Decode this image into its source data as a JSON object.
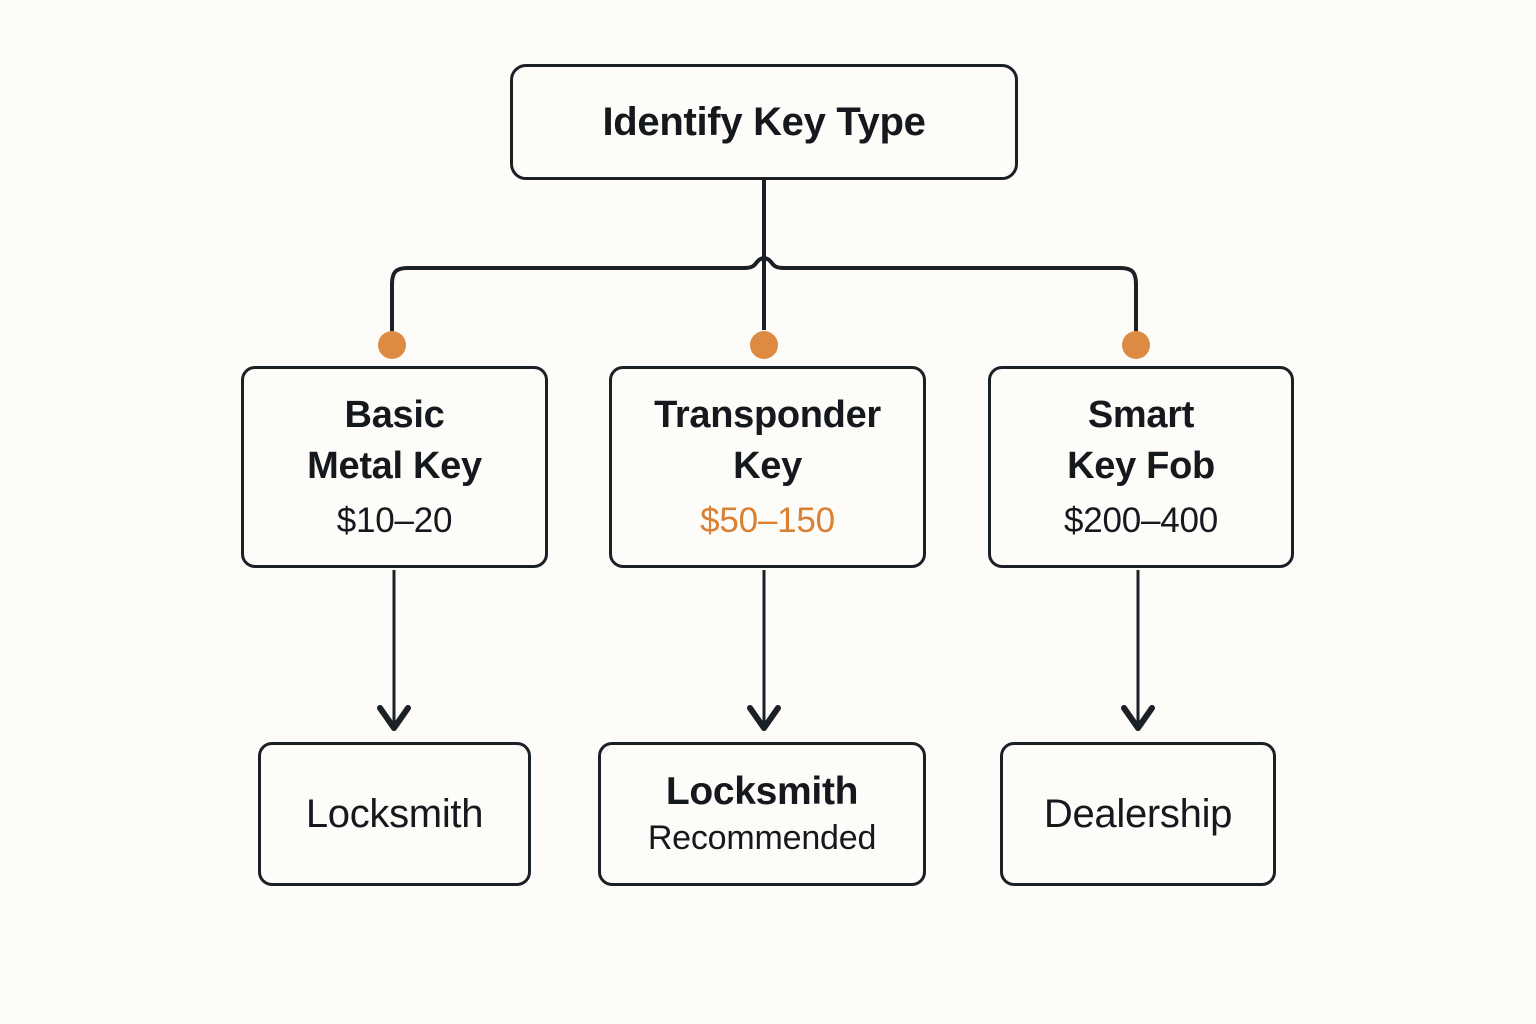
{
  "diagram": {
    "title": "Identify Key Type",
    "background_color": "#fdfcf8",
    "stroke_color": "#1b2026",
    "accent_color": "#d98033",
    "dot_color": "#dd8b42",
    "root": {
      "label": "Identify Key Type"
    },
    "options": [
      {
        "title": "Basic\nMetal Key",
        "title_line_1": "Basic",
        "title_line_2": "Metal Key",
        "price": "$10–20",
        "price_highlighted": false,
        "marker": "branch-dot"
      },
      {
        "title": "Transponder\nKey",
        "title_line_1": "Transponder",
        "title_line_2": "Key",
        "price": "$50–150",
        "price_highlighted": true,
        "marker": "branch-dot"
      },
      {
        "title": "Smart\nKey Fob",
        "title_line_1": "Smart",
        "title_line_2": "Key Fob",
        "price": "$200–400",
        "price_highlighted": false,
        "marker": "branch-dot"
      }
    ],
    "outcomes": [
      {
        "label": "Locksmith",
        "note": "",
        "emphasis": false
      },
      {
        "label": "Locksmith",
        "note": "Recommended",
        "emphasis": true
      },
      {
        "label": "Dealership",
        "note": "",
        "emphasis": false
      }
    ]
  }
}
